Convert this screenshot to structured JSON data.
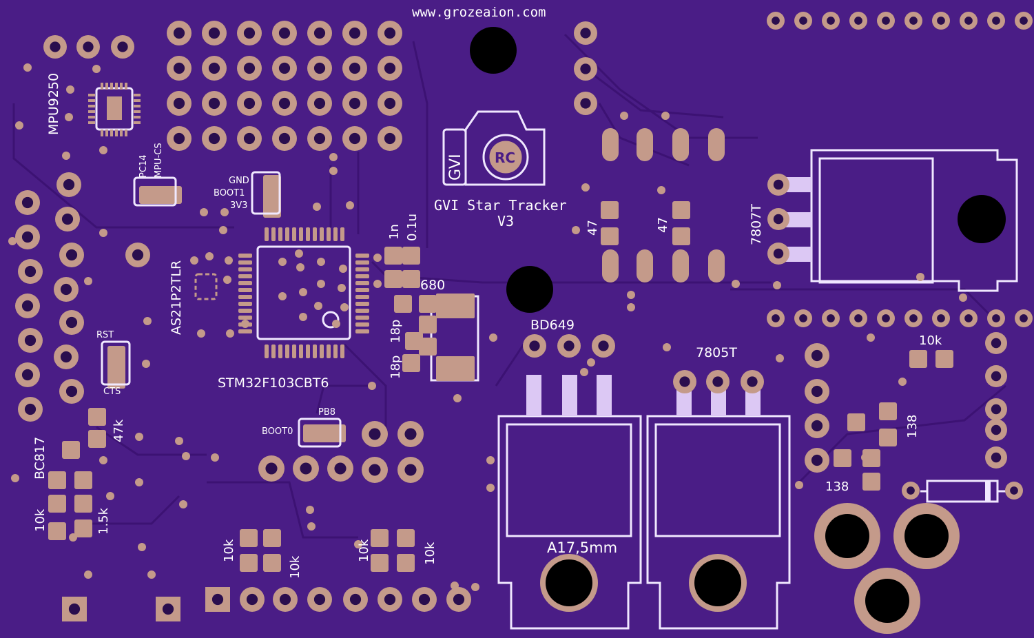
{
  "colors": {
    "board": "#4a1d86",
    "board_dark": "#401776",
    "trace": "#3a1170",
    "pad": "#c49a8a",
    "pad_ring": "#b68878",
    "hole": "#000000",
    "silk": "#f0e8ff",
    "via": "#c9a090"
  },
  "silkscreen": {
    "website": "www.grozeaion.com",
    "product_title": "GVI Star Tracker",
    "product_version": "V3",
    "logo_badge": "RC",
    "logo_text": "GVI",
    "mcu": "STM32F103CBT6",
    "imu": "MPU9250",
    "usb_uart": "AS21P2TLR",
    "transistor_bc": "BC817",
    "transistor_bd": "BD649",
    "regulator_1": "7805T",
    "regulator_2": "7807T",
    "fuse_rating": "A17,5mm",
    "jumper_pc14": "PC14",
    "jumper_mpu_cs": "MPU-CS",
    "jumper_gnd": "GND",
    "jumper_boot1": "BOOT1",
    "jumper_3v3": "3V3",
    "jumper_rst": "RST",
    "jumper_cts": "CTS",
    "jumper_pb8": "PB8",
    "jumper_boot0": "BOOT0",
    "cap_1n": "1n",
    "cap_01u": "0.1u",
    "res_680": "680",
    "cap_18p_a": "18p",
    "cap_18p_b": "18p",
    "res_47_a": "47",
    "res_47_b": "47",
    "res_47k": "47k",
    "res_10k_left": "10k",
    "res_1_5k": "1.5k",
    "res_10k_b1": "10k",
    "res_10k_b2": "10k",
    "res_10k_b3": "10k",
    "res_10k_b4": "10k",
    "res_10k_right": "10k",
    "res_138_a": "138",
    "res_138_b": "138"
  }
}
